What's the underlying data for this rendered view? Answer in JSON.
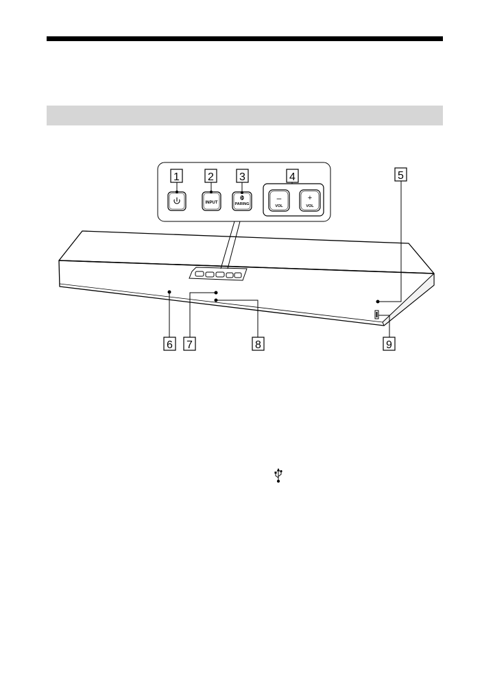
{
  "callouts": [
    {
      "number": "1",
      "target": "power-button"
    },
    {
      "number": "2",
      "target": "input-button"
    },
    {
      "number": "3",
      "target": "pairing-button"
    },
    {
      "number": "4",
      "target": "volume-buttons"
    },
    {
      "number": "5",
      "target": "right-front-sensor"
    },
    {
      "number": "6",
      "target": "left-front-indicator"
    },
    {
      "number": "7",
      "target": "center-indicator"
    },
    {
      "number": "8",
      "target": "center-sensor"
    },
    {
      "number": "9",
      "target": "usb-port"
    }
  ],
  "buttons": {
    "input_label": "INPUT",
    "pairing_label": "PARING",
    "vol_minus_symbol": "–",
    "vol_minus_label": "VOL",
    "vol_plus_symbol": "+",
    "vol_plus_label": "VOL"
  },
  "icons": {
    "power": "power-icon",
    "bluetooth": "bluetooth-icon",
    "usb": "usb-icon"
  }
}
